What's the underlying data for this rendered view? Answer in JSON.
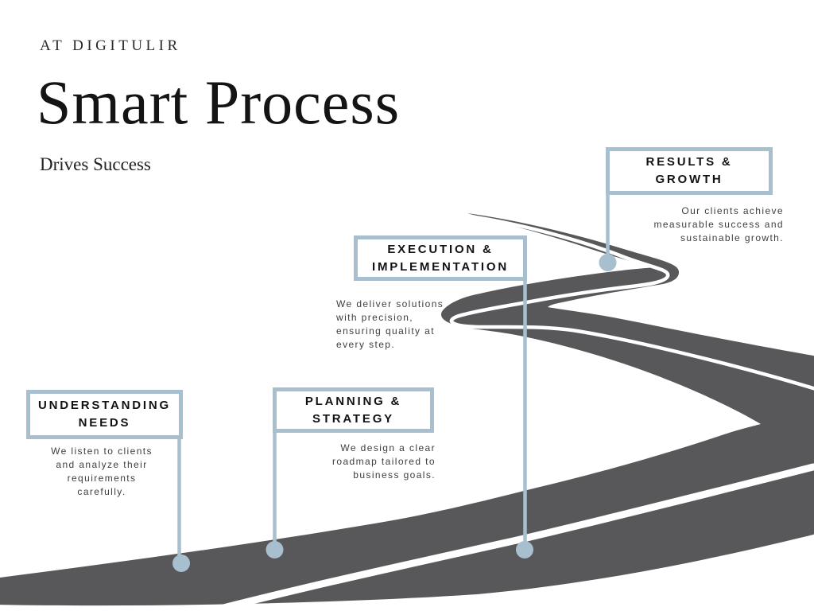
{
  "header": {
    "kicker": "AT DIGITULIR",
    "title": "Smart Process",
    "subtitle": "Drives Success"
  },
  "milestones": [
    {
      "label": "UNDERSTANDING\nNEEDS",
      "description": "We listen to clients\nand analyze their\nrequirements\ncarefully."
    },
    {
      "label": "PLANNING &\nSTRATEGY",
      "description": "We design a clear\nroadmap tailored to\nbusiness goals."
    },
    {
      "label": "EXECUTION &\nIMPLEMENTATION",
      "description": "We deliver solutions\nwith precision,\nensuring quality at\nevery step."
    },
    {
      "label": "RESULTS &\nGROWTH",
      "description": "Our clients achieve\nmeasurable success and\nsustainable growth."
    }
  ],
  "colors": {
    "road": "#58585a",
    "road_line": "#ffffff",
    "accent": "#a8bfd0",
    "heading_text": "#121212",
    "body_text": "#3e3e3e"
  }
}
